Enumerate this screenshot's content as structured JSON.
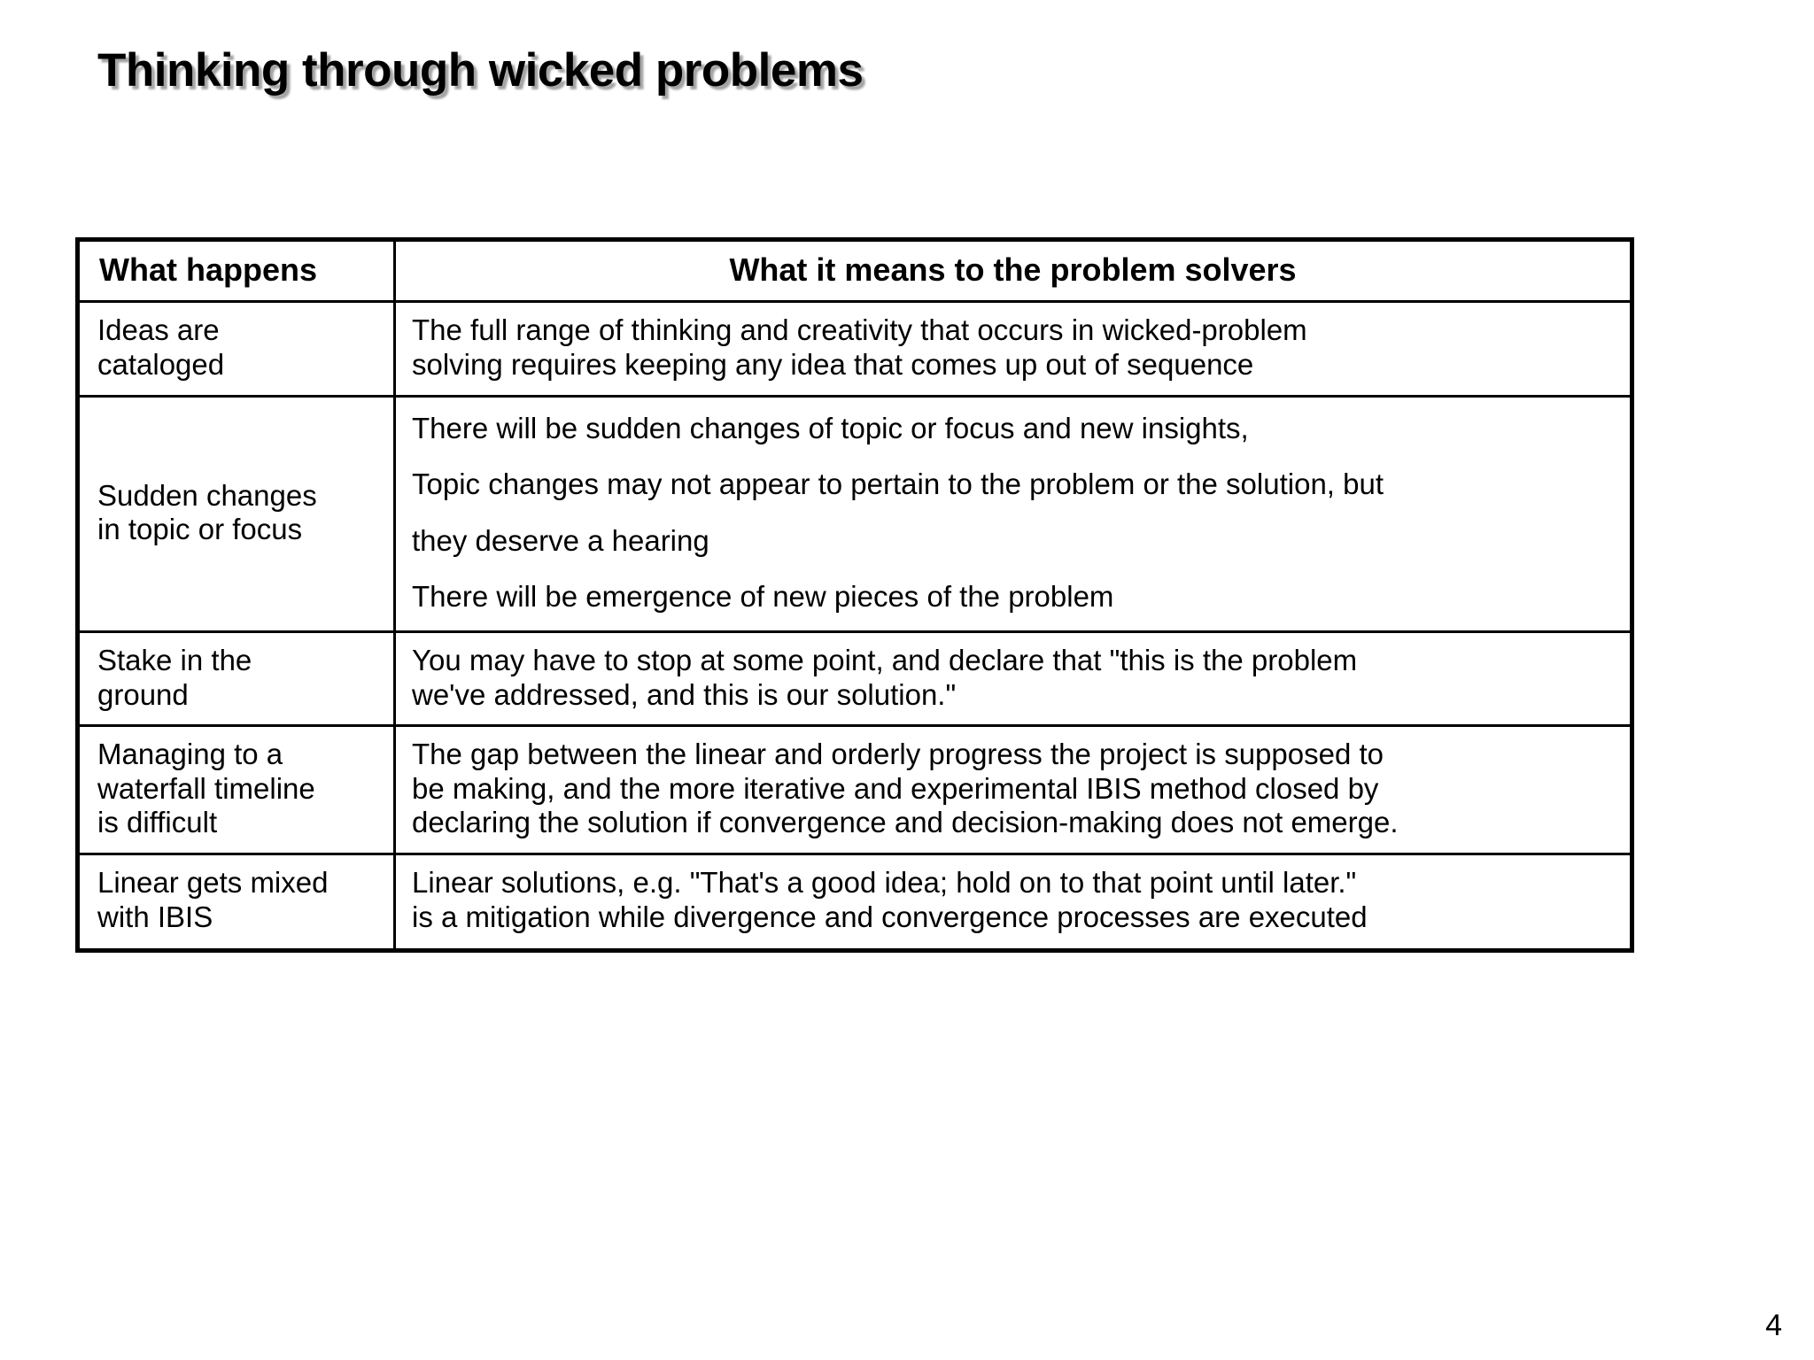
{
  "slide": {
    "title": "Thinking through wicked problems",
    "page_number": "4"
  },
  "table": {
    "headers": {
      "col1": "What happens",
      "col2": "What it means to the problem solvers"
    },
    "rows": [
      {
        "what_happens_line1": "Ideas are",
        "what_happens_line2": "cataloged",
        "meaning": [
          {
            "line1": "The full range of thinking and creativity that occurs in wicked-problem",
            "line2": "solving requires keeping any idea that comes up out of sequence"
          }
        ]
      },
      {
        "what_happens_line1": "Sudden changes",
        "what_happens_line2": "in topic or focus",
        "meaning": [
          {
            "line1": "There will be sudden changes of topic or focus and new insights,",
            "line2": ""
          },
          {
            "line1": "Topic changes may not appear to pertain to the problem or the solution, but",
            "line2": "they deserve a hearing"
          },
          {
            "line1": "There will be emergence of new pieces of the problem",
            "line2": ""
          }
        ]
      },
      {
        "what_happens_line1": "Stake in the",
        "what_happens_line2": "ground",
        "meaning": [
          {
            "line1": "You may have to stop at some point, and declare that \"this is the problem",
            "line2": "we've addressed, and this is our solution.\""
          }
        ]
      },
      {
        "what_happens_line1": "Managing to a",
        "what_happens_line2": "waterfall timeline",
        "what_happens_line3": "is difficult",
        "meaning": [
          {
            "line1": "The gap between the linear and orderly progress the project is  supposed to",
            "line2": "be making, and the more iterative and experimental IBIS method closed by",
            "line3": "declaring the solution if convergence and decision-making does not emerge."
          }
        ]
      },
      {
        "what_happens_line1": "Linear gets mixed",
        "what_happens_line2": "with IBIS",
        "meaning": [
          {
            "line1": "Linear solutions, e.g. \"That's a good idea; hold on to that point until later.\"",
            "line2": "is a mitigation while divergence and convergence processes are executed"
          }
        ]
      }
    ]
  }
}
